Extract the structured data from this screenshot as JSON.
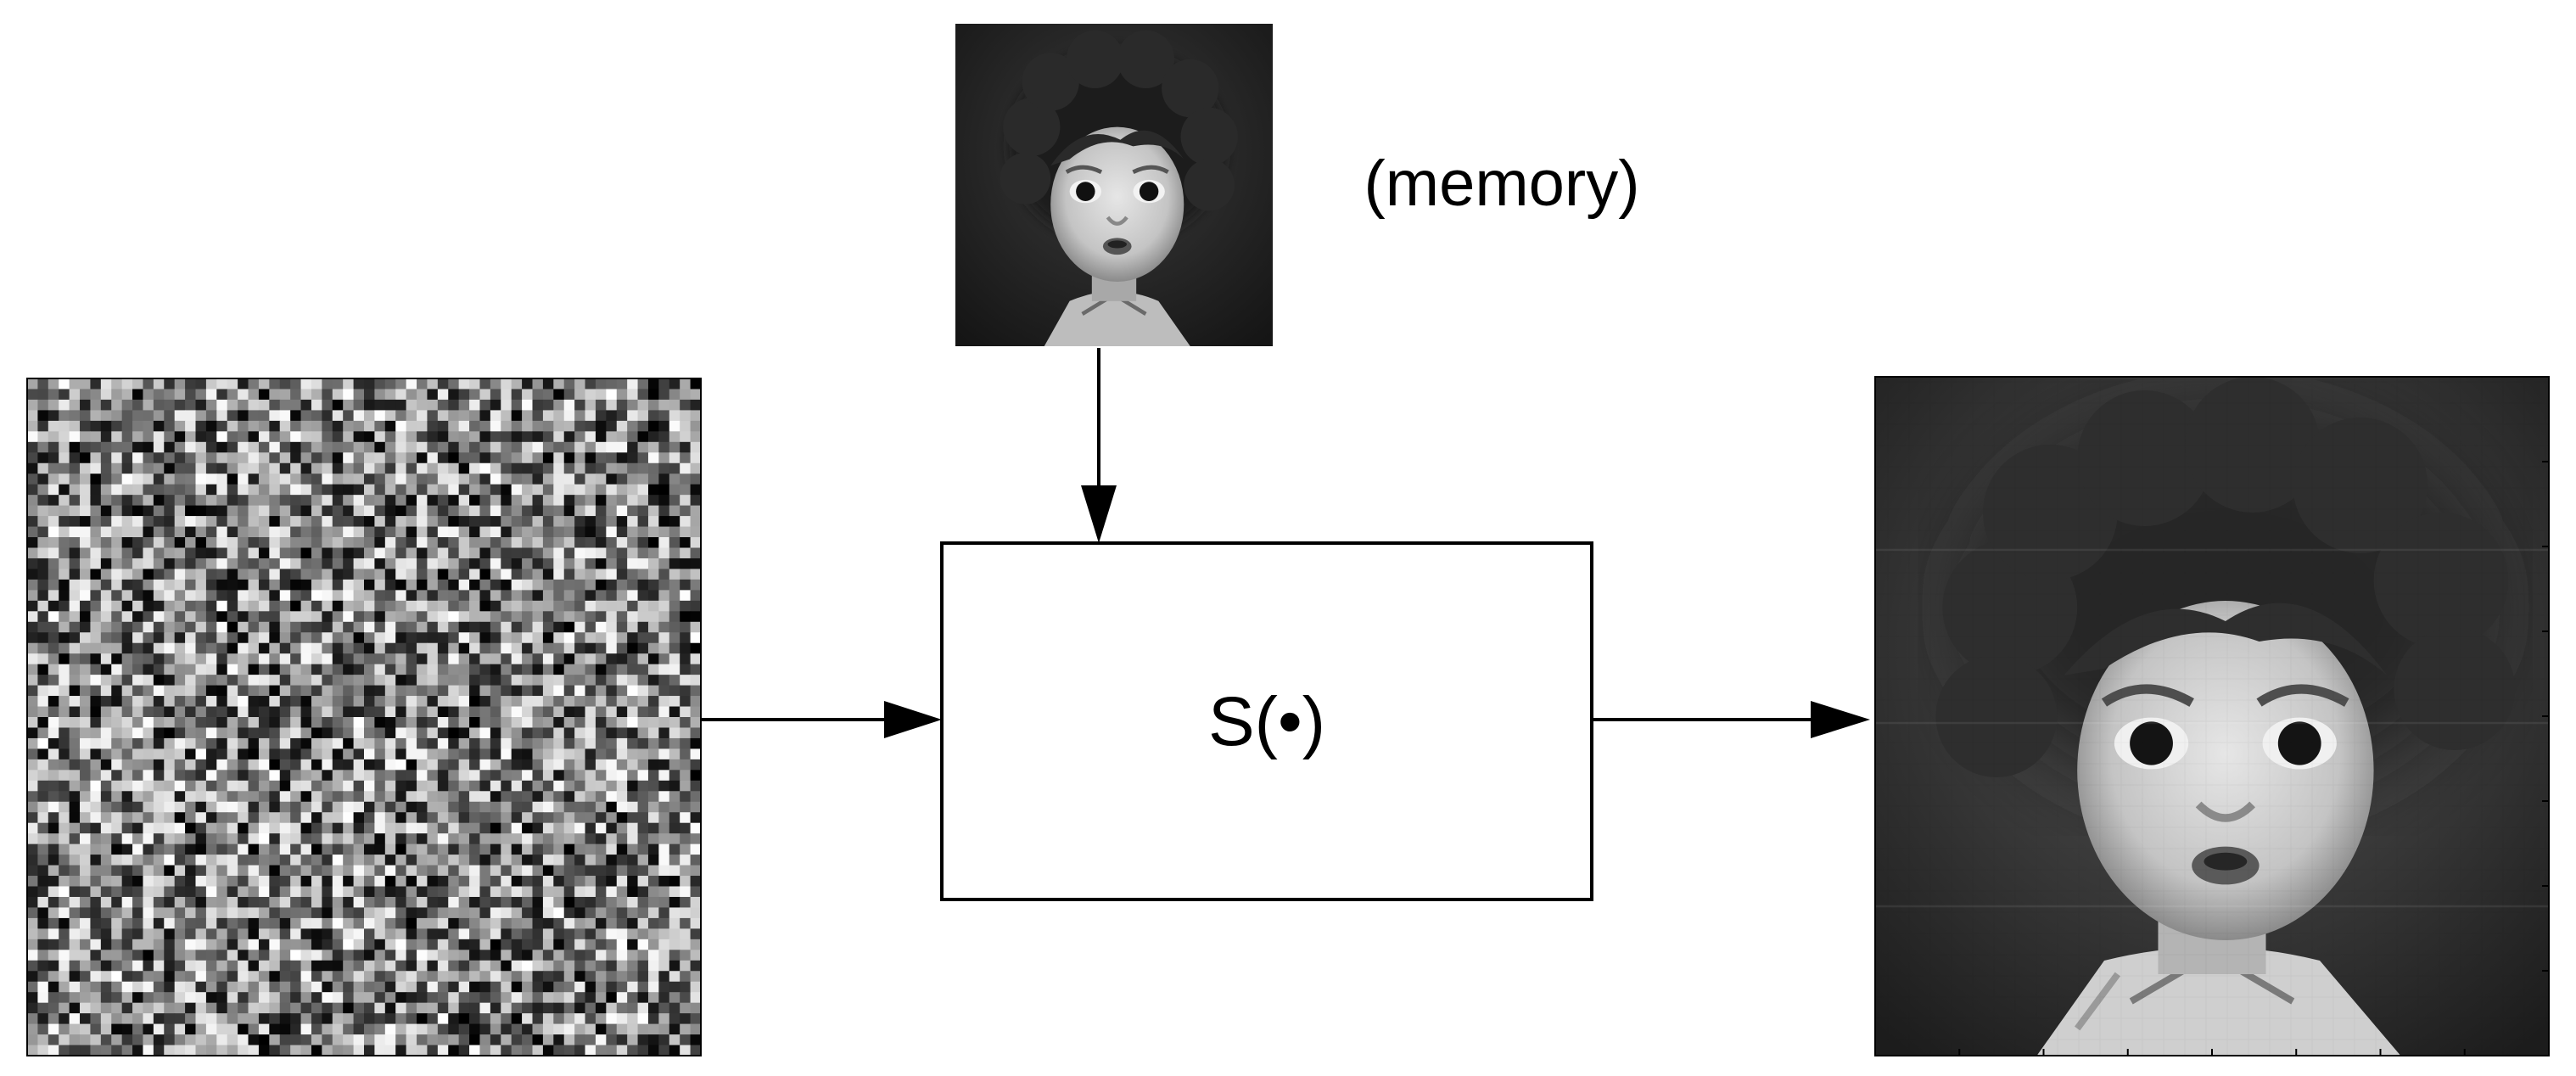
{
  "memory_label": "(memory)",
  "system_label": "S(•)",
  "colors": {
    "line": "#000000",
    "box_fill": "#ffffff",
    "background": "#ffffff"
  },
  "images": {
    "input": "noise-image",
    "memory": "child-portrait-thumbnail",
    "output": "child-portrait-reconstructed"
  }
}
